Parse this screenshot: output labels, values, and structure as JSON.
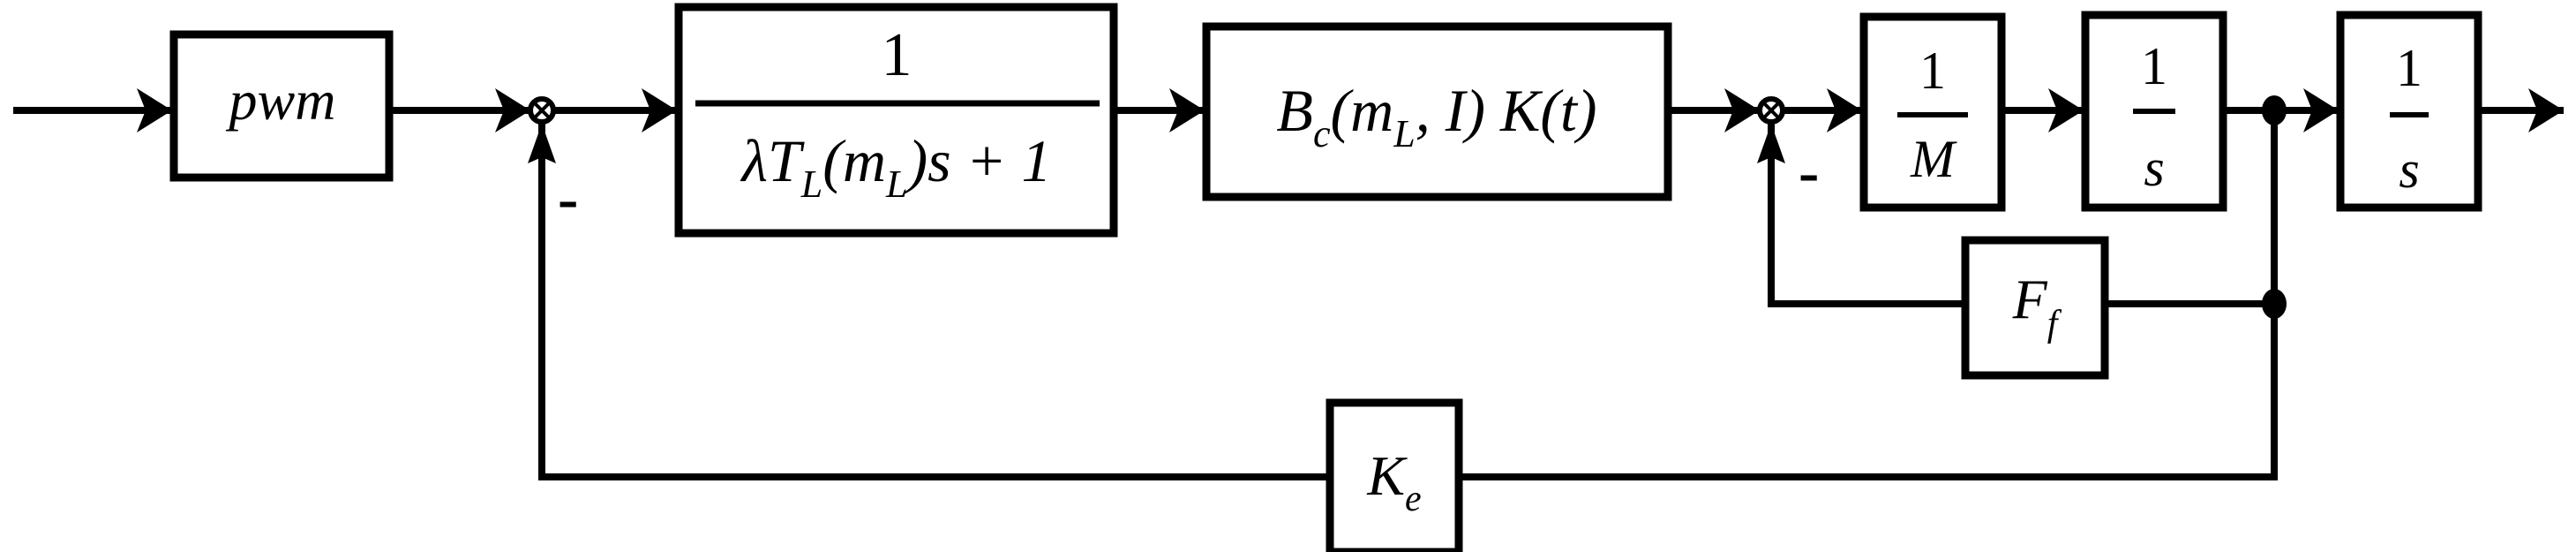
{
  "blocks": {
    "pwm": "pwm",
    "tf_num": "1",
    "tf_den": "λT",
    "tf_den_sub": "L",
    "tf_den_mid": "(m",
    "tf_den_mid_sub": "L",
    "tf_den_end": ")s + 1",
    "gain_b": "B",
    "gain_b_sub": "c",
    "gain_b_mid": "(m",
    "gain_b_mid_sub": "L",
    "gain_b_end": ", I) K(t)",
    "mass_num": "1",
    "mass_den": "M",
    "int1_num": "1",
    "int1_den": "s",
    "int2_num": "1",
    "int2_den": "s",
    "friction": "F",
    "friction_sub": "f",
    "back_emf": "K",
    "back_emf_sub": "e"
  },
  "signs": {
    "sum1_minus": "-",
    "sum2_minus": "-"
  }
}
